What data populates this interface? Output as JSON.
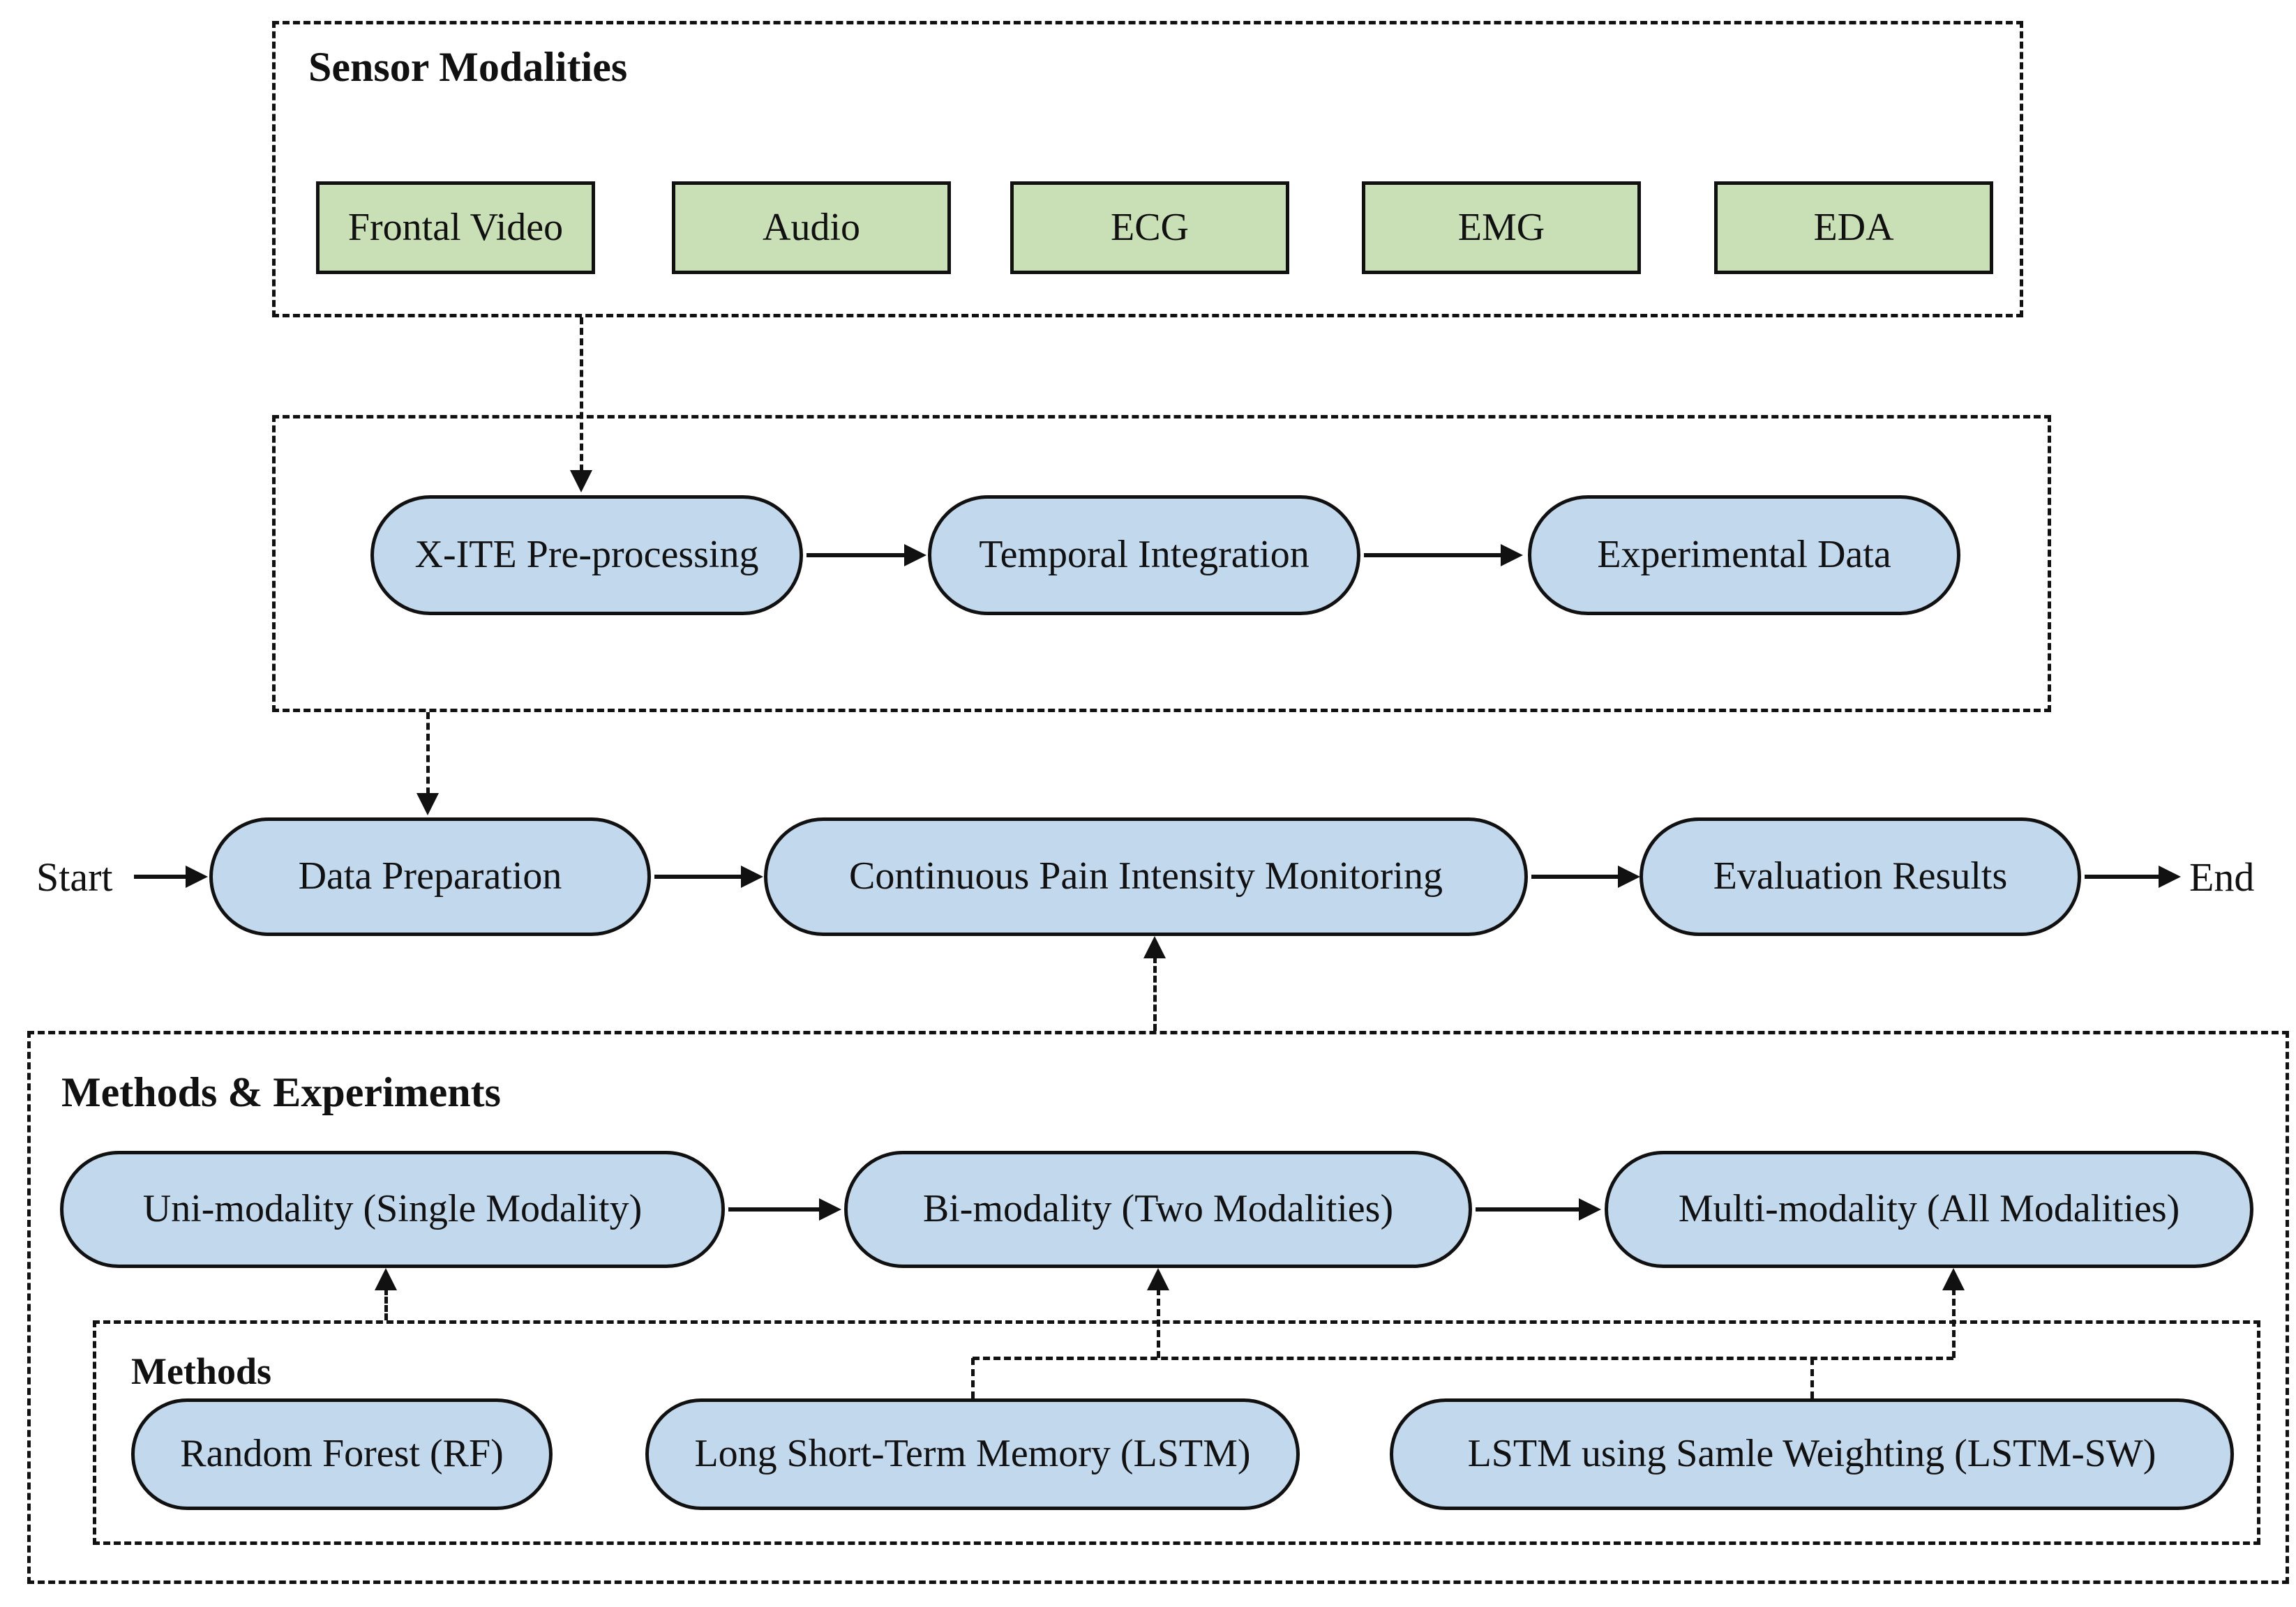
{
  "sensors": {
    "title": "Sensor Modalities",
    "items": [
      "Frontal Video",
      "Audio",
      "ECG",
      "EMG",
      "EDA"
    ]
  },
  "preprocessing": {
    "nodes": [
      "X-ITE Pre-processing",
      "Temporal Integration",
      "Experimental Data"
    ]
  },
  "main_flow": {
    "start": "Start",
    "end": "End",
    "nodes": [
      "Data Preparation",
      "Continuous Pain Intensity Monitoring",
      "Evaluation Results"
    ]
  },
  "experiments": {
    "title": "Methods & Experiments",
    "nodes": [
      "Uni-modality (Single Modality)",
      "Bi-modality (Two Modalities)",
      "Multi-modality (All Modalities)"
    ]
  },
  "methods": {
    "title": "Methods",
    "nodes": [
      "Random Forest (RF)",
      "Long Short-Term Memory (LSTM)",
      "LSTM using Samle Weighting (LSTM-SW)"
    ]
  },
  "colors": {
    "sensor_fill": "#c9e0b6",
    "process_fill": "#c2d8ec",
    "line": "#111111",
    "background": "#ffffff"
  }
}
